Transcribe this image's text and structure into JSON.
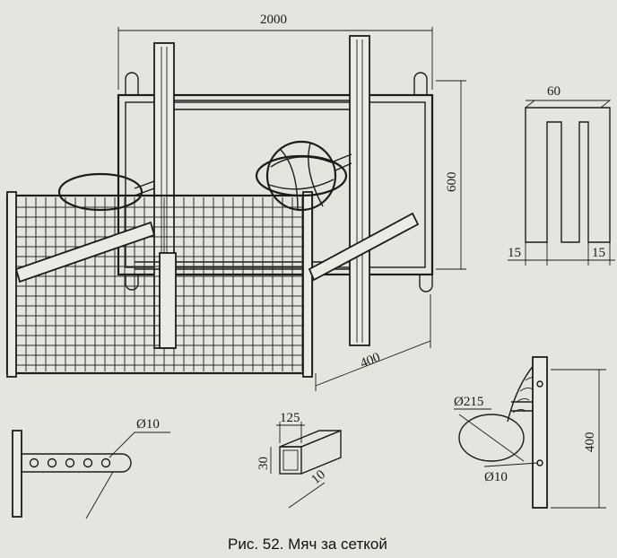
{
  "figure": {
    "caption": "Рис. 52. Мяч за сеткой",
    "dimensions": {
      "frame_width": "2000",
      "frame_height": "600",
      "depth": "400",
      "channel_width": "60",
      "channel_left": "15",
      "channel_right": "15",
      "hole_dia": "Ø10",
      "tube_top": "125",
      "tube_side": "30",
      "tube_depth": "10",
      "ring_dia": "Ø215",
      "ring_hole_dia": "Ø10",
      "ring_height": "400"
    }
  }
}
